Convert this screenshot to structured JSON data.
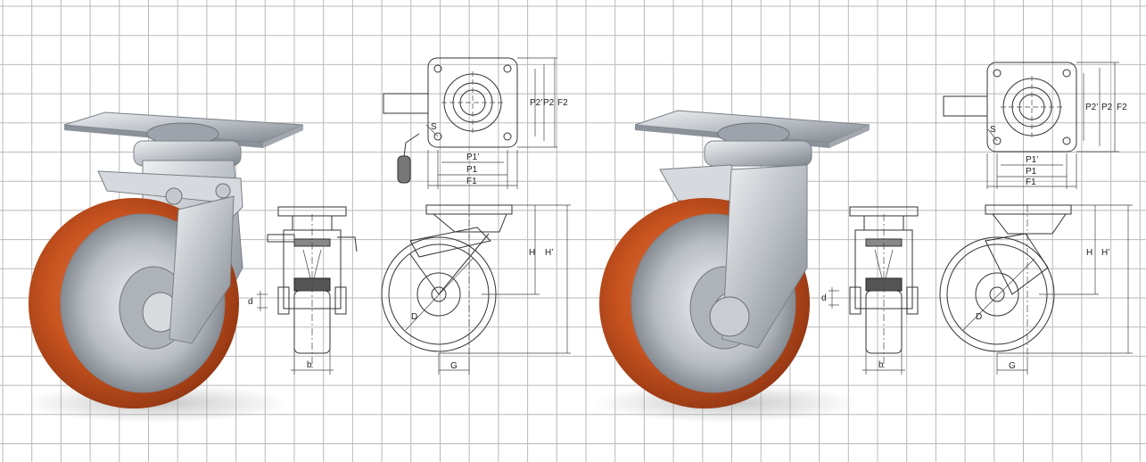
{
  "labels": {
    "p2_prime": "P2’",
    "p2": "P2",
    "f2": "F2",
    "s": "S",
    "p1_prime": "P1’",
    "p1": "P1",
    "f1": "F1",
    "h": "H",
    "h_prime": "H’",
    "d_lower": "d",
    "b": "b",
    "d_upper": "D",
    "g": "G"
  },
  "colors": {
    "wheel_tread": "#c8531f",
    "wheel_tread_light": "#dc7a45",
    "metal": "#c9ccd1",
    "metal_dark": "#8f959c",
    "grid": "#b9b9b9"
  },
  "icons": {
    "caster_with_brake": "swivel-caster-with-brake",
    "caster": "swivel-caster"
  }
}
